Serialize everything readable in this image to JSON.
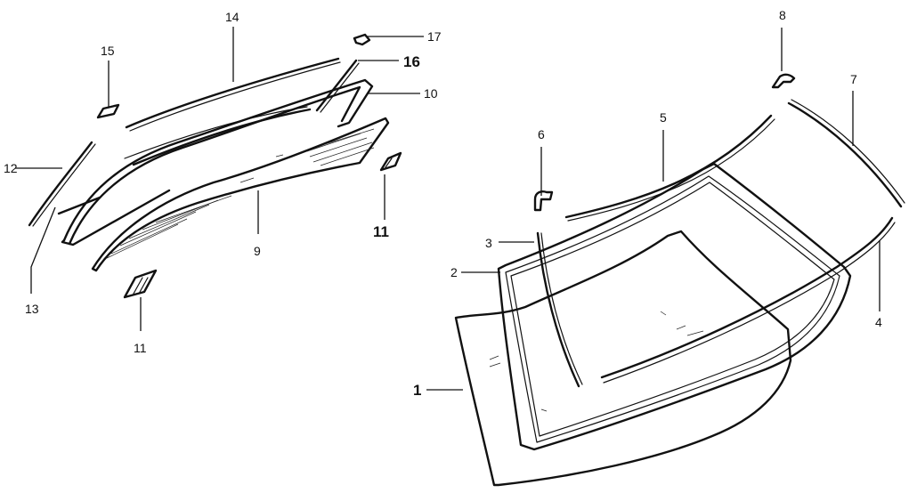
{
  "diagram": {
    "background": "#ffffff",
    "ink_color": "#111111",
    "labels": [
      {
        "id": "1",
        "text": "1",
        "bold": true
      },
      {
        "id": "2",
        "text": "2",
        "bold": false
      },
      {
        "id": "3",
        "text": "3",
        "bold": false
      },
      {
        "id": "4",
        "text": "4",
        "bold": false
      },
      {
        "id": "5",
        "text": "5",
        "bold": false
      },
      {
        "id": "6",
        "text": "6",
        "bold": false
      },
      {
        "id": "7",
        "text": "7",
        "bold": false
      },
      {
        "id": "8",
        "text": "8",
        "bold": false
      },
      {
        "id": "9",
        "text": "9",
        "bold": false
      },
      {
        "id": "10",
        "text": "10",
        "bold": false
      },
      {
        "id": "11a",
        "text": "11",
        "bold": true
      },
      {
        "id": "11b",
        "text": "11",
        "bold": false
      },
      {
        "id": "12",
        "text": "12",
        "bold": false
      },
      {
        "id": "13",
        "text": "13",
        "bold": false
      },
      {
        "id": "14",
        "text": "14",
        "bold": false
      },
      {
        "id": "15",
        "text": "15",
        "bold": false
      },
      {
        "id": "16",
        "text": "16",
        "bold": true
      },
      {
        "id": "17",
        "text": "17",
        "bold": false
      }
    ]
  }
}
